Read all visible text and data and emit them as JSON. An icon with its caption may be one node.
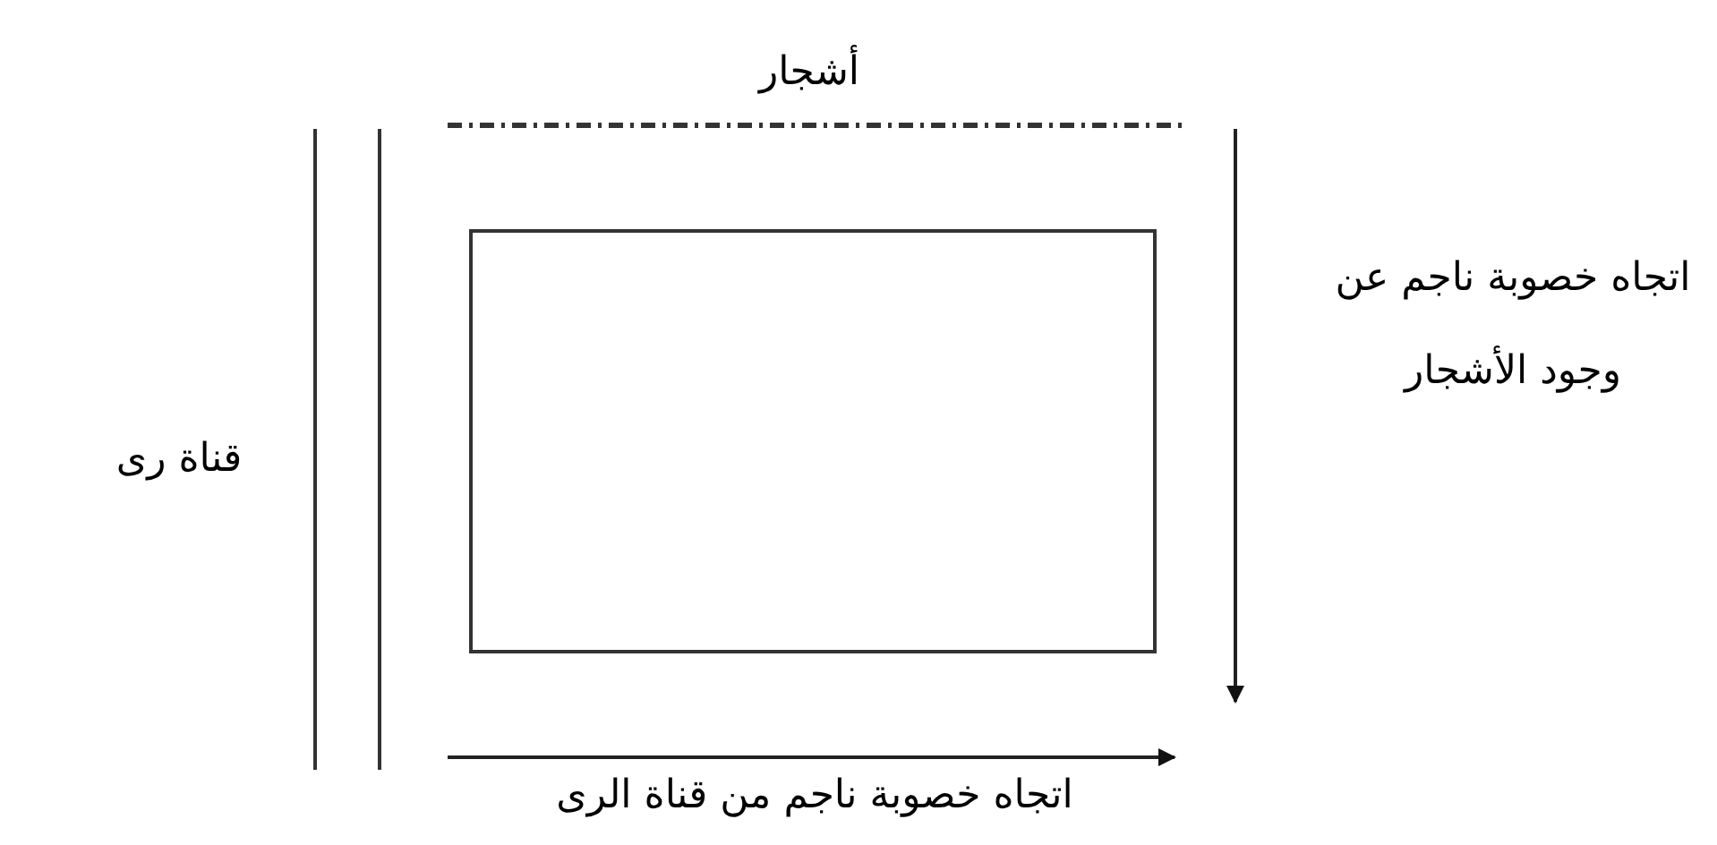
{
  "diagram": {
    "nodes": [
      {
        "text": [],
        "shape": "box"
      }
    ],
    "labels": [
      "أشجار",
      "قناة رى",
      "اتجاه خصوبة ناجم عن وجود الأشجار",
      "اتجاه خصوبة ناجم من قناة الرى"
    ]
  }
}
